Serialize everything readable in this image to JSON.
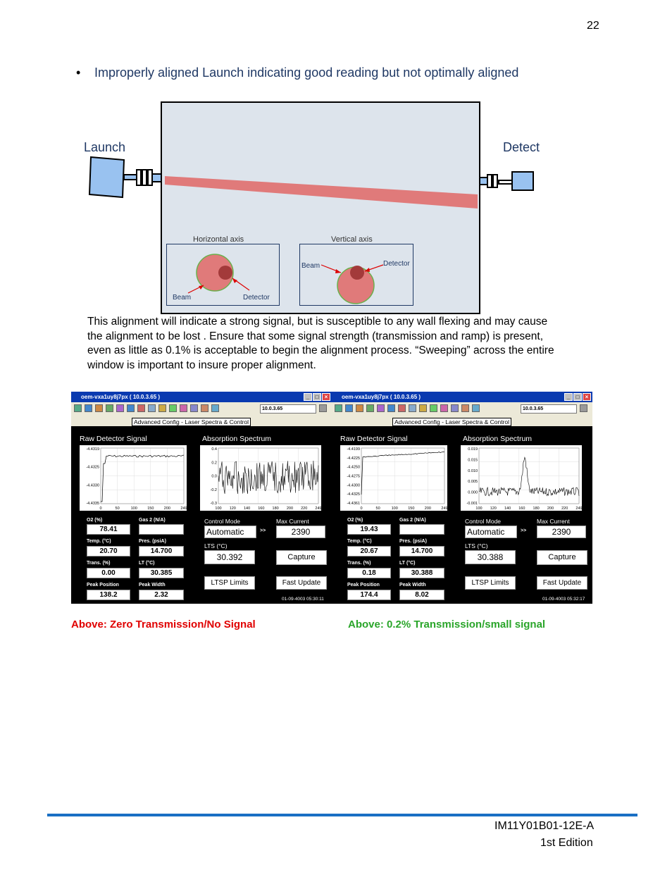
{
  "page": {
    "number": "22",
    "bullet": "Improperly aligned Launch indicating good reading but not optimally aligned",
    "paragraph": "This alignment will indicate a strong signal, but is susceptible to any wall flexing and may cause the alignment to be lost . Ensure that some signal strength (transmission and ramp) is present, even as little as 0.1% is acceptable to begin the alignment process. “Sweeping” across the entire window is important to insure proper alignment.",
    "caption_left": "Above: Zero Transmission/No Signal",
    "caption_right": "Above: 0.2% Transmission/small signal",
    "footer_doc": "IM11Y01B01-12E-A",
    "footer_edition": "1st Edition"
  },
  "diagram": {
    "launch": "Launch",
    "detect": "Detect",
    "h_axis": "Horizontal axis",
    "v_axis": "Vertical axis",
    "beam": "Beam",
    "detector": "Detector",
    "colors": {
      "beam": "#e07a7a",
      "detector": "#a33a3a",
      "body": "#99c2f0",
      "bg": "#dde4ec"
    }
  },
  "windows": [
    {
      "title": "oem-vxa1uy8j7px ( 10.0.3.65 )",
      "address": "10.0.3.65",
      "tab": "Advanced Config - Laser Spectra & Control",
      "raw_title": "Raw Detector Signal",
      "abs_title": "Absorption Spectrum",
      "raw_yticks": [
        "-4.4319",
        "-4.4325",
        "-4.4330",
        "-4.4335"
      ],
      "raw_xticks": [
        "0",
        "50",
        "100",
        "150",
        "200",
        "249"
      ],
      "abs_yticks": [
        "0.4",
        "0.2",
        "0.0",
        "-0.2",
        "-0.3"
      ],
      "abs_xticks": [
        "100",
        "120",
        "140",
        "160",
        "180",
        "200",
        "220",
        "249"
      ],
      "o2_label": "O2 (%)",
      "o2": "78.41",
      "gas2_label": "Gas 2 (N/A)",
      "gas2": "",
      "temp_label": "Temp. (°C)",
      "temp": "20.70",
      "pres_label": "Pres. (psiA)",
      "pres": "14.700",
      "trans_label": "Trans. (%)",
      "trans": "0.00",
      "lt_label": "LT (°C)",
      "lt": "30.385",
      "peakpos_label": "Peak Position",
      "peakpos": "138.2",
      "peakwidth_label": "Peak Width",
      "peakwidth": "2.32",
      "control_mode_label": "Control Mode",
      "control_mode": "Automatic",
      "arrow": ">>",
      "max_current_label": "Max Current",
      "max_current": "2390",
      "lts_label": "LTS (°C)",
      "lts": "30.392",
      "capture": "Capture",
      "ltsp": "LTSP Limits",
      "fast": "Fast Update",
      "timestamp": "01-09-4003 05:30:11"
    },
    {
      "title": "oem-vxa1uy8j7px ( 10.0.3.65 )",
      "address": "10.0.3.65",
      "tab": "Advanced Config - Laser Spectra & Control",
      "raw_title": "Raw Detector Signal",
      "abs_title": "Absorption Spectrum",
      "raw_yticks": [
        "-4.4199",
        "-4.4225",
        "-4.4250",
        "-4.4275",
        "-4.4300",
        "-4.4325",
        "-4.4361"
      ],
      "raw_xticks": [
        "0",
        "50",
        "100",
        "150",
        "200",
        "249"
      ],
      "abs_yticks": [
        "0.019",
        "0.015",
        "0.010",
        "0.005",
        "0.000",
        "-0.001"
      ],
      "abs_xticks": [
        "100",
        "120",
        "140",
        "160",
        "180",
        "200",
        "220",
        "249"
      ],
      "o2_label": "O2 (%)",
      "o2": "19.43",
      "gas2_label": "Gas 2 (N/A)",
      "gas2": "",
      "temp_label": "Temp. (°C)",
      "temp": "20.67",
      "pres_label": "Pres. (psiA)",
      "pres": "14.700",
      "trans_label": "Trans. (%)",
      "trans": "0.18",
      "lt_label": "LT (°C)",
      "lt": "30.388",
      "peakpos_label": "Peak Position",
      "peakpos": "174.4",
      "peakwidth_label": "Peak Width",
      "peakwidth": "8.02",
      "control_mode_label": "Control Mode",
      "control_mode": "Automatic",
      "arrow": ">>",
      "max_current_label": "Max Current",
      "max_current": "2390",
      "lts_label": "LTS (°C)",
      "lts": "30.388",
      "capture": "Capture",
      "ltsp": "LTSP Limits",
      "fast": "Fast Update",
      "timestamp": "01-09-4003 05:32:17"
    }
  ]
}
